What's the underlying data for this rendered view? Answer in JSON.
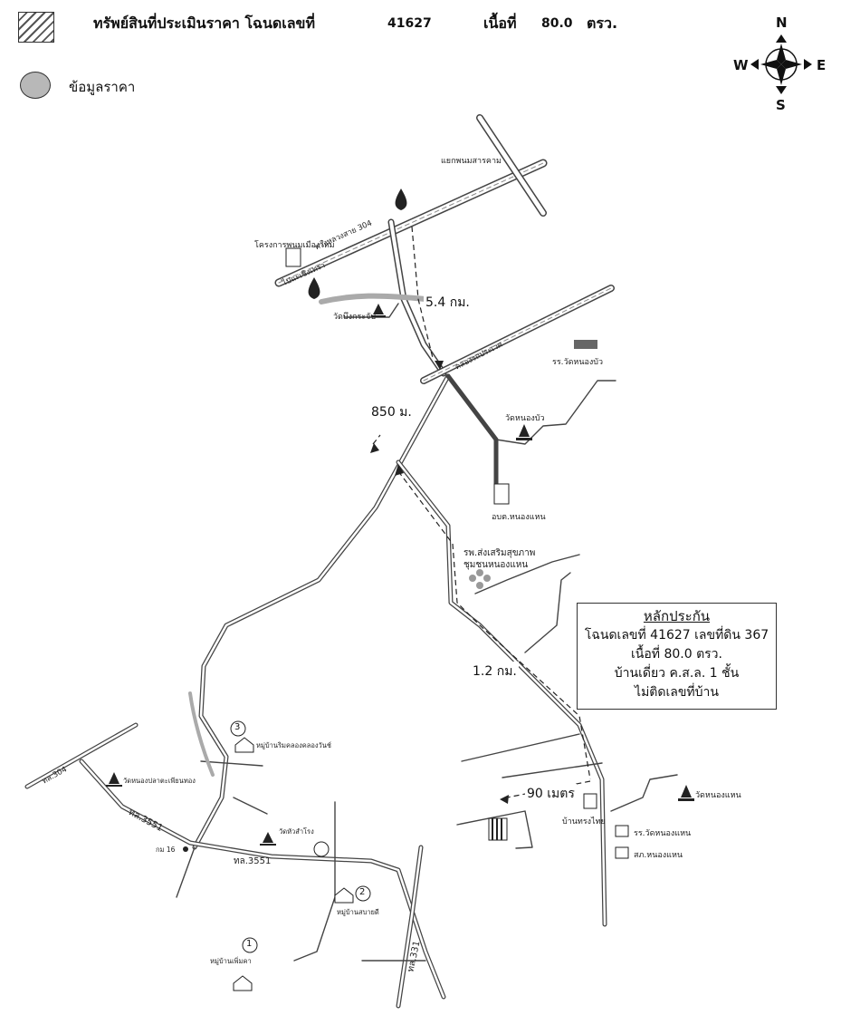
{
  "header": {
    "title": "ทรัพย์สินที่ประเมินราคา โฉนดเลขที่",
    "deed_no": "41627",
    "area_label": "เนื้อที่",
    "area_value": "80.0",
    "area_unit": "ตรว."
  },
  "legend": {
    "price_info": "ข้อมูลราคา"
  },
  "compass": {
    "n": "N",
    "s": "S",
    "e": "E",
    "w": "W"
  },
  "distances": {
    "d1": "5.4 กม.",
    "d2": "850 ม.",
    "d3": "1.2 กม.",
    "d4": "90 เมตร"
  },
  "places": {
    "project": "โครงการพนมเมืองใหม่",
    "wat_bueng": "วัดบึงกระจับ",
    "junction": "แยกพนมสารคาม",
    "school_nongbua": "รร.วัดหนองบัว",
    "wat_nongbua": "วัดหนองบัว",
    "obt": "อบต.หนองแหน",
    "hospital_l1": "รพ.ส่งเสริมสุขภาพ",
    "hospital_l2": "ชุมชนหนองแหน",
    "ban_songthai": "บ้านทรงไทย",
    "wat_nonghaen": "วัดหนองแหน",
    "school_nonghaen": "รร.วัดหนองแหน",
    "sk_nonghaen": "สภ.หนองแหน",
    "village3": "หมู่บ้านริมคลองคลองวันช์",
    "wat_pla": "วัดหนองปลาตะเพียนทอง",
    "wat_khlong": "วัดหัวสำโรง",
    "km16": "กม 16",
    "village2": "หมู่บ้านสบายดี",
    "village1": "หมู่บ้านเพิ่มคา"
  },
  "roads": {
    "r304_top": "ทางหลวงสาย 304",
    "r304_left": "ทล.304",
    "to_chachoeng": "ไปฉะเชิงเทรา",
    "khlong_prawet": "คลองรถประเวศ",
    "r3551_a": "ทล.3551",
    "r3551_b": "ทล.3551",
    "r331": "ทล.331"
  },
  "info_box": {
    "title": "หลักประกัน",
    "line1": "โฉนดเลขที่  41627 เลขที่ดิน 367",
    "line2": "เนื้อที่ 80.0  ตรว.",
    "line3": "บ้านเดี่ยว ค.ส.ล. 1 ชั้น",
    "line4": "ไม่ติดเลขที่บ้าน"
  },
  "markers": {
    "m1": "1",
    "m2": "2",
    "m3": "3"
  }
}
